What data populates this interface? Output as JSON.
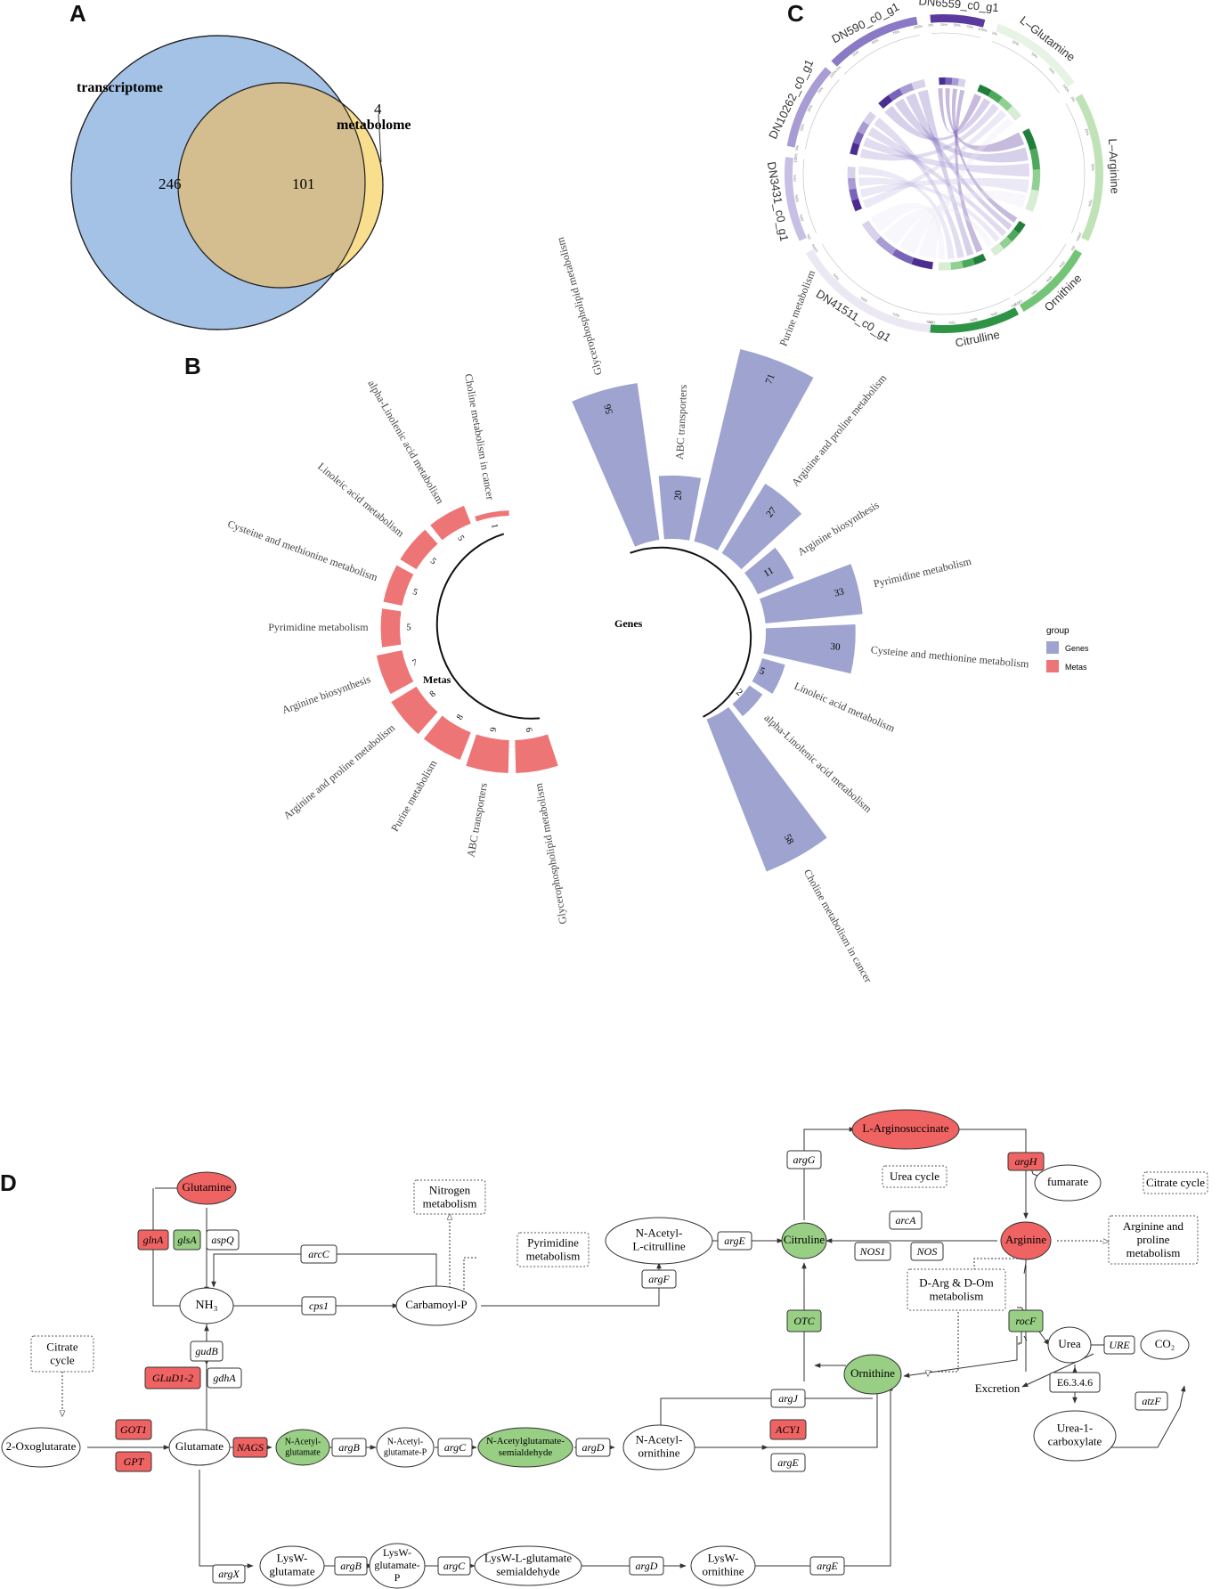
{
  "panel_a": {
    "letter": "A",
    "venn": {
      "sets": [
        {
          "name": "transcriptome",
          "unique": 246,
          "color": "#a4c2e6"
        },
        {
          "name": "metabolome",
          "unique": 4,
          "color": "#f9df8d"
        }
      ],
      "intersection": 101,
      "intersection_color": "#d4bd8f"
    }
  },
  "panel_b": {
    "letter": "B",
    "legend_title": "group",
    "groups": [
      {
        "name": "Genes",
        "color": "#9ea4cf"
      },
      {
        "name": "Metas",
        "color": "#ee7576"
      }
    ],
    "genes": [
      {
        "name": "Glycerophospholipid metabolism",
        "value": 56
      },
      {
        "name": "ABC transporters",
        "value": 20
      },
      {
        "name": "Purine metabolism",
        "value": 71
      },
      {
        "name": "Arginine and proline metabolism",
        "value": 27
      },
      {
        "name": "Arginine biosynthesis",
        "value": 11
      },
      {
        "name": "Pyrimidine metabolism",
        "value": 33
      },
      {
        "name": "Cysteine and methionine metabolism",
        "value": 30
      },
      {
        "name": "Linoleic acid metabolism",
        "value": 5
      },
      {
        "name": "alpha-Linolenic acid metabolism",
        "value": 2
      },
      {
        "name": "Choline metabolism in cancer",
        "value": 58
      }
    ],
    "metas": [
      {
        "name": "Glycerophospholipid metabolism",
        "value": 9
      },
      {
        "name": "ABC transporters",
        "value": 9
      },
      {
        "name": "Purine metabolism",
        "value": 8
      },
      {
        "name": "Arginine and proline metabolism",
        "value": 8
      },
      {
        "name": "Arginine biosynthesis",
        "value": 7
      },
      {
        "name": "Pyrimidine metabolism",
        "value": 5
      },
      {
        "name": "Cysteine and methionine metabolism",
        "value": 5
      },
      {
        "name": "Linoleic acid metabolism",
        "value": 5
      },
      {
        "name": "alpha-Linolenic acid metabolism",
        "value": 5
      },
      {
        "name": "Choline metabolism in cancer",
        "value": 1
      }
    ]
  },
  "panel_c": {
    "letter": "C",
    "genes": [
      {
        "name": "DN6559_c0_g1",
        "color": "#5b3a9e"
      },
      {
        "name": "DN590_c0_g1",
        "color": "#8a79c4"
      },
      {
        "name": "DN10262_c0_g1",
        "color": "#a99bd3"
      },
      {
        "name": "DN3431_c0_g1",
        "color": "#c8bfe4"
      },
      {
        "name": "DN41511_c0_g1",
        "color": "#ebe8f4"
      }
    ],
    "metabolites": [
      {
        "name": "L–Glutamine",
        "color": "#e7f3e4"
      },
      {
        "name": "L–Arginine",
        "color": "#bfe3b7"
      },
      {
        "name": "Ornithine",
        "color": "#73c476"
      },
      {
        "name": "Citrulline",
        "color": "#2e9445"
      }
    ],
    "pct_ticks": [
      "0%",
      "25%",
      "50%",
      "75%",
      "100%"
    ]
  },
  "panel_d": {
    "letter": "D",
    "colors": {
      "up": "#ef6363",
      "down": "#98cf84",
      "neutral": "#ffffff"
    },
    "compounds": {
      "glutamine": "Glutamine",
      "nh3": "NH₃",
      "carbamoyl_p": "Carbamoyl-P",
      "n_acetyl_l_citrulline_1": "N-Acetyl-",
      "n_acetyl_l_citrulline_2": "L-citrulline",
      "citruline": "Citruline",
      "l_arginosuccinate": "L-Arginosuccinate",
      "fumarate": "fumarate",
      "arginine": "Arginine",
      "two_oxoglutarate": "2-Oxoglutarate",
      "glutamate": "Glutamate",
      "n_acetyl_glutamate_1": "N-Acetyl-",
      "n_acetyl_glutamate_2": "glutamate",
      "n_acetyl_glutamate_p_1": "N-Acetyl-",
      "n_acetyl_glutamate_p_2": "glutamate-P",
      "n_acetylglutamate_semialdehyde_1": "N-Acetylglutamate-",
      "n_acetylglutamate_semialdehyde_2": "semialdehyde",
      "n_acetyl_ornithine_1": "N-Acetyl-",
      "n_acetyl_ornithine_2": "ornithine",
      "ornithine": "Ornithine",
      "urea": "Urea",
      "co2": "CO₂",
      "excretion": "Excretion",
      "urea_1_carboxylate_1": "Urea-1-",
      "urea_1_carboxylate_2": "carboxylate",
      "lysw_glutamate_1": "LysW-",
      "lysw_glutamate_2": "glutamate",
      "lysw_glutamate_p_1": "LysW-",
      "lysw_glutamate_p_2": "glutamate-",
      "lysw_glutamate_p_3": "P",
      "lysw_semialdehyde_1": "LysW-L-glutamate",
      "lysw_semialdehyde_2": "semialdehyde",
      "lysw_ornithine_1": "LysW-",
      "lysw_ornithine_2": "ornithine"
    },
    "pathways": {
      "nitrogen_1": "Nitrogen",
      "nitrogen_2": "metabolism",
      "pyrimidine_1": "Pyrimidine",
      "pyrimidine_2": "metabolism",
      "urea_cycle": "Urea cycle",
      "citrate_cycle_right": "Citrate cycle",
      "arg_pro_1": "Arginine and",
      "arg_pro_2": "proline",
      "arg_pro_3": "metabolism",
      "darg_1": "D-Arg & D-Om",
      "darg_2": "metabolism",
      "citrate_cycle_left_1": "Citrate",
      "citrate_cycle_left_2": "cycle"
    },
    "enzymes": {
      "glnA": "glnA",
      "glsA": "glsA",
      "aspQ": "aspQ",
      "arcC": "arcC",
      "cps1": "cps1",
      "argE_top": "argE",
      "argF": "argF",
      "argG": "argG",
      "argH": "argH",
      "arcA": "arcA",
      "NOS1": "NOS1",
      "NOS": "NOS",
      "rocF": "rocF",
      "OTC": "OTC",
      "URE": "URE",
      "E6346": "E6.3.4.6",
      "atzF": "atzF",
      "gudB": "gudB",
      "GLuD1_2": "GLuD1-2",
      "gdhA": "gdhA",
      "GOT1": "GOT1",
      "GPT": "GPT",
      "NAGS": "NAGS",
      "argB": "argB",
      "argC": "argC",
      "argD": "argD",
      "argJ": "argJ",
      "ACY1": "ACY1",
      "argE_mid": "argE",
      "argX": "argX",
      "argB2": "argB",
      "argC2": "argC",
      "argD2": "argD",
      "argE_bot": "argE"
    }
  }
}
